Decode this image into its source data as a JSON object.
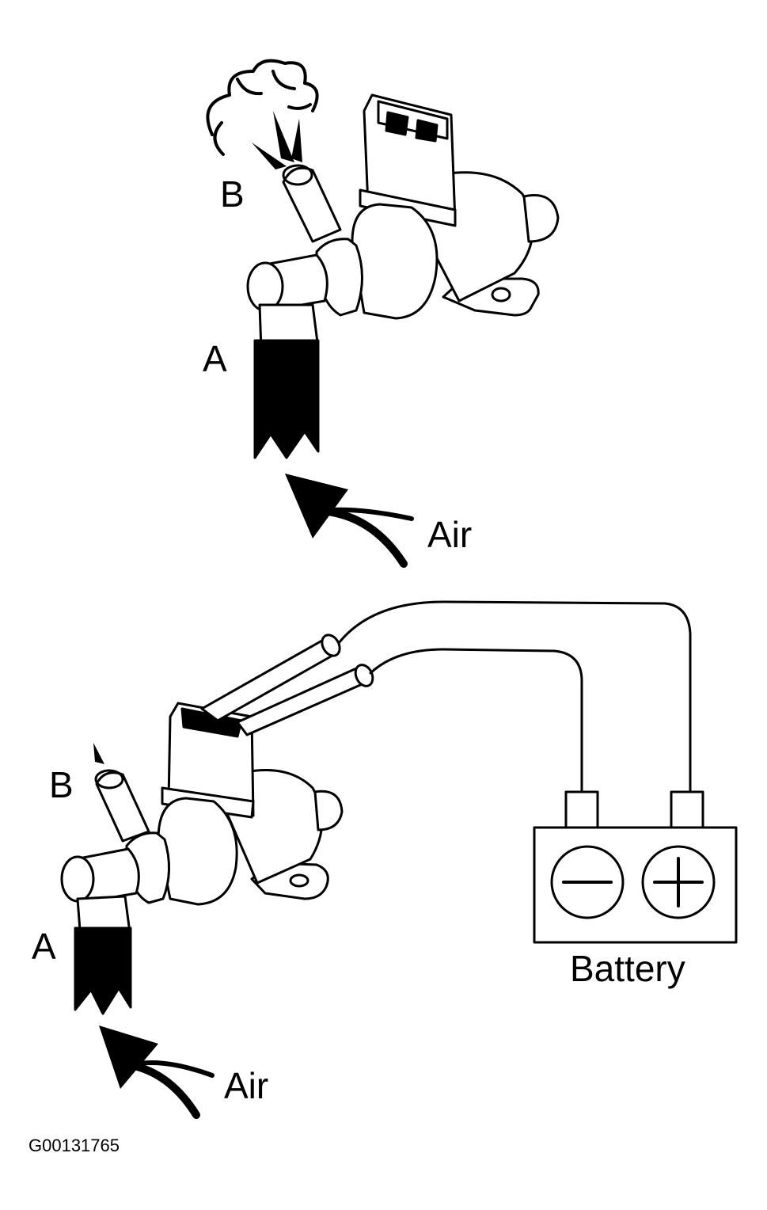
{
  "top_view": {
    "port_b_label": "B",
    "port_a_label": "A",
    "air_label": "Air"
  },
  "bottom_view": {
    "port_b_label": "B",
    "port_a_label": "A",
    "air_label": "Air",
    "battery_label": "Battery",
    "negative_symbol": "−",
    "positive_symbol": "+"
  },
  "figure_code": "G00131765",
  "colors": {
    "ink": "#000000",
    "paper": "#ffffff"
  }
}
